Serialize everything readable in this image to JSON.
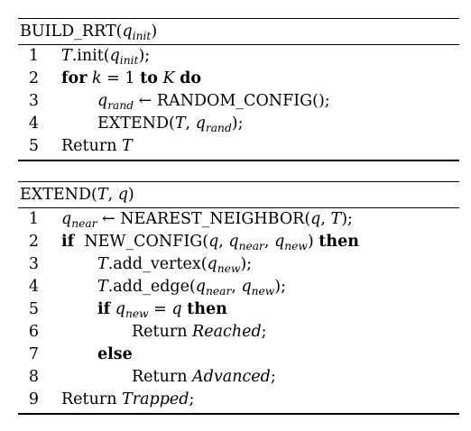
{
  "build_rrt": {
    "header": "BUILD_RRT(q_init)",
    "lines": [
      {
        "num": "1",
        "text": "T.init(q_init);"
      },
      {
        "num": "2",
        "text": "for k = 1 to K do"
      },
      {
        "num": "3",
        "text": "q_rand ← RANDOM_CONFIG();"
      },
      {
        "num": "4",
        "text": "EXTEND(T, q_rand);"
      },
      {
        "num": "5",
        "text": "Return T"
      }
    ]
  },
  "extend": {
    "header": "EXTEND(T, q)",
    "lines": [
      {
        "num": "1",
        "text": "q_near ← NEAREST_NEIGHBOR(q, T);"
      },
      {
        "num": "2",
        "text": "if NEW_CONFIG(q, q_near, q_new) then"
      },
      {
        "num": "3",
        "text": "T.add_vertex(q_new);"
      },
      {
        "num": "4",
        "text": "T.add_edge(q_near, q_new);"
      },
      {
        "num": "5",
        "text": "if q_new = q then"
      },
      {
        "num": "6",
        "text": "Return Reached;"
      },
      {
        "num": "7",
        "text": "else"
      },
      {
        "num": "8",
        "text": "Return Advanced;"
      },
      {
        "num": "9",
        "text": "Return Trapped;"
      }
    ]
  }
}
